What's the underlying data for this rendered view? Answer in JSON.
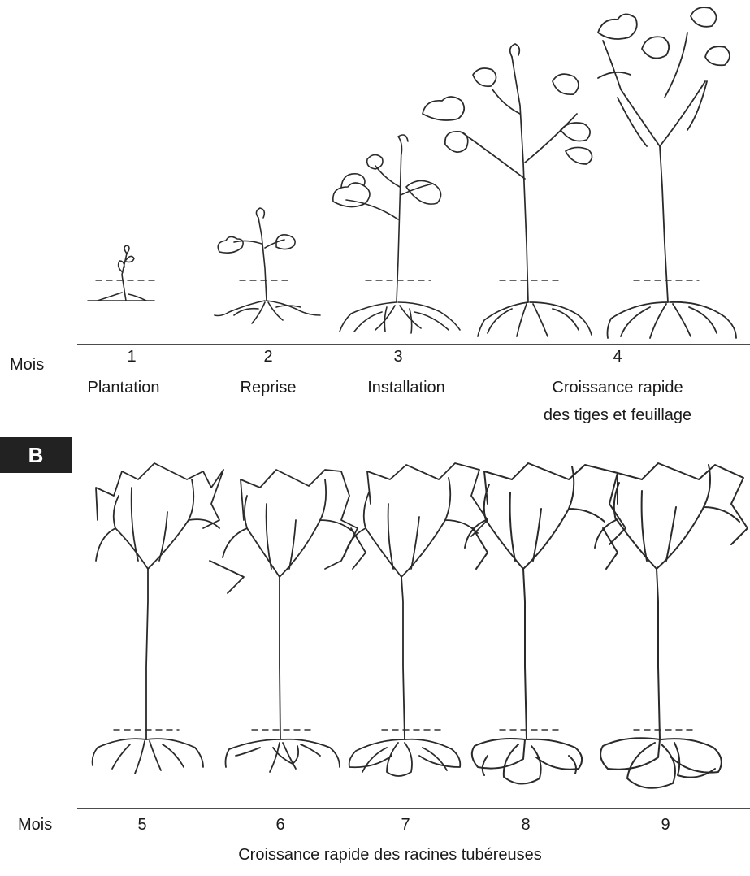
{
  "section_b": {
    "badge": "B"
  },
  "timeline_a": {
    "axis_label": "Mois",
    "months": [
      {
        "number": "1",
        "stage": "Plantation"
      },
      {
        "number": "2",
        "stage": "Reprise"
      },
      {
        "number": "3",
        "stage": "Installation"
      },
      {
        "number": "4",
        "stage_line1": "Croissance rapide",
        "stage_line2": "des tiges et feuillage"
      }
    ]
  },
  "timeline_b": {
    "axis_label": "Mois",
    "months": [
      "5",
      "6",
      "7",
      "8",
      "9"
    ],
    "caption": "Croissance rapide des racines tubéreuses"
  }
}
